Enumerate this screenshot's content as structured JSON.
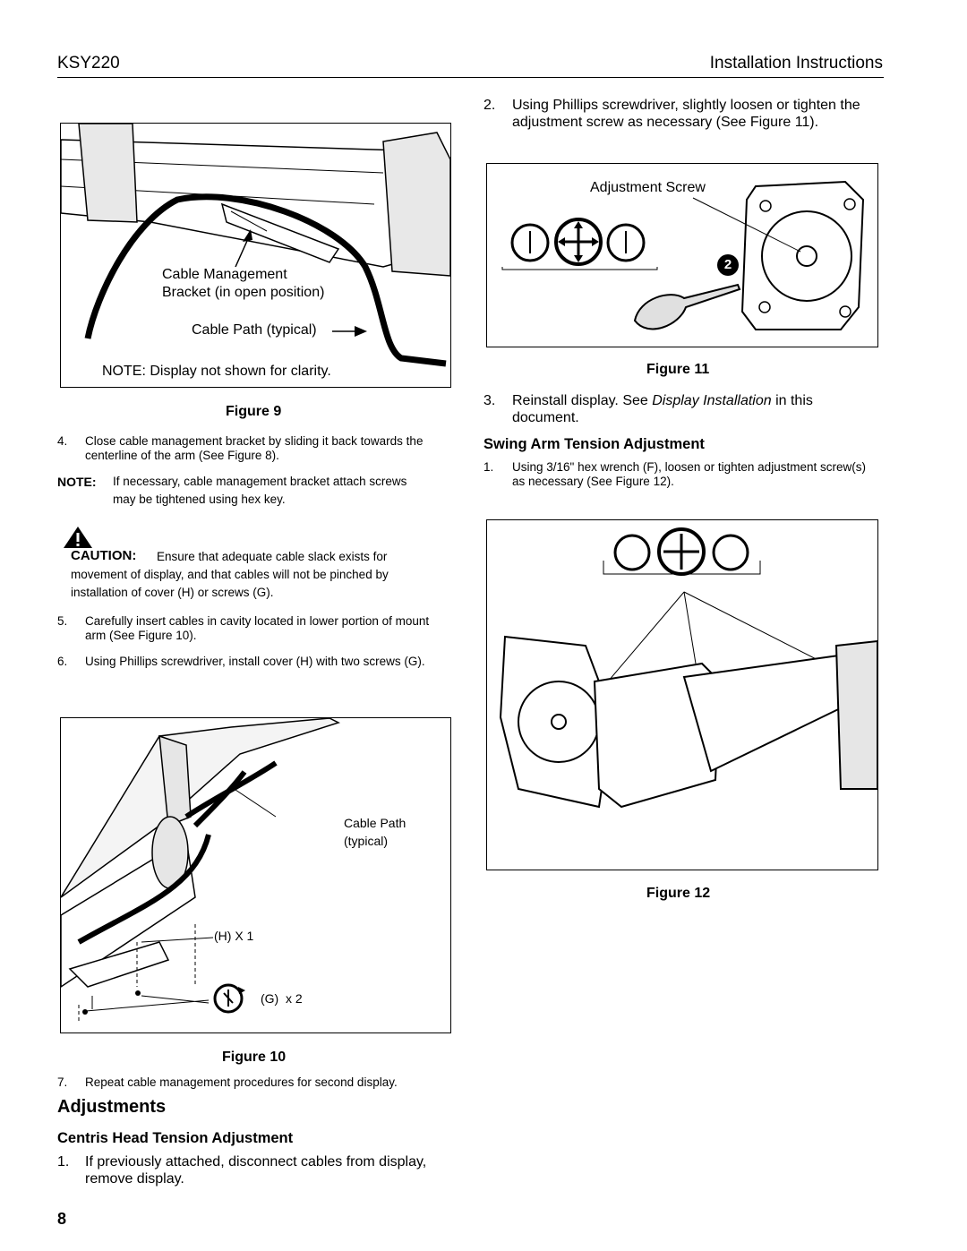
{
  "header": {
    "left": "KSY220",
    "right": "Installation Instructions"
  },
  "page_number": "8",
  "figure9": {
    "label_bracket_1": "Cable Management",
    "label_bracket_2": "Bracket (in open position)",
    "label_path": "Cable Path (typical)",
    "note": "NOTE: Display not shown for clarity.",
    "caption": "Figure 9"
  },
  "left": {
    "step4_num": "4.",
    "step4": "Close cable management bracket by sliding it back towards the centerline of the arm (See Figure 8).",
    "note_label": "NOTE:",
    "note_text_1": "If necessary, cable management bracket attach screws",
    "note_text_2": "may be tightened using hex key.",
    "caution_label": "CAUTION:",
    "caution_text_1": "Ensure that adequate cable slack exists for",
    "caution_text_2": "movement of display, and that cables will not be pinched by",
    "caution_text_3": "installation of cover (H) or screws (G).",
    "step5_num": "5.",
    "step5": "Carefully insert cables in cavity located in lower portion of mount arm (See Figure 10).",
    "step6_num": "6.",
    "step6": "Using Phillips screwdriver, install cover (H) with two screws (G).",
    "step7_num": "7.",
    "step7": "Repeat cable management procedures for second display.",
    "adjustments_title": "Adjustments",
    "centris_title": "Centris Head Tension Adjustment",
    "c_step1_num": "1.",
    "c_step1": "If previously attached, disconnect cables from display, remove display."
  },
  "figure10": {
    "label_path_1": "Cable Path",
    "label_path_2": "(typical)",
    "label_h": "(H) X 1",
    "label_g": "(G)  x 2",
    "caption": "Figure 10"
  },
  "right": {
    "step2_num": "2.",
    "step2": "Using Phillips screwdriver, slightly loosen or tighten the adjustment screw as necessary (See Figure 11).",
    "step3_num": "3.",
    "step3_a": "Reinstall display. See ",
    "step3_italic": "Display Installation",
    "step3_b": " in this document.",
    "swing_title": "Swing Arm Tension Adjustment",
    "s_step1_num": "1.",
    "s_step1": "Using 3/16\" hex wrench (F), loosen or tighten adjustment screw(s) as necessary (See Figure 12)."
  },
  "figure11": {
    "label_screw": "Adjustment Screw",
    "badge": "2",
    "caption": "Figure 11"
  },
  "figure12": {
    "caption": "Figure 12"
  }
}
